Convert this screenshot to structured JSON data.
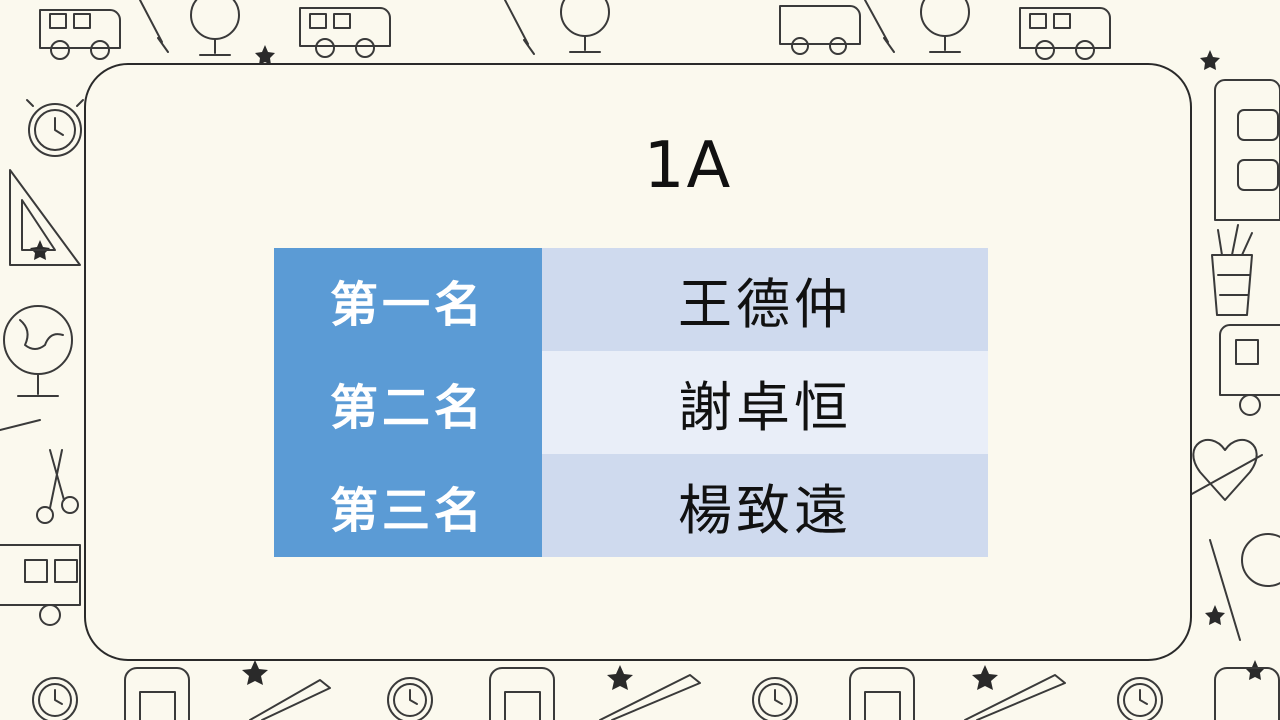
{
  "slide": {
    "title": "1A",
    "background_color": "#fbf9ee",
    "accent_color": "#5b9bd5"
  },
  "rankings": [
    {
      "rank": "第一名",
      "name": "王德仲"
    },
    {
      "rank": "第二名",
      "name": "謝卓恒"
    },
    {
      "rank": "第三名",
      "name": "楊致遠"
    }
  ],
  "decor": {
    "icons": [
      "school-bus-icon",
      "globe-icon",
      "alarm-clock-icon",
      "backpack-icon",
      "paintbrush-icon",
      "star-icon",
      "pencil-icon",
      "ruler-triangle-icon",
      "scissors-icon",
      "heart-icon",
      "pencil-cup-icon"
    ]
  }
}
